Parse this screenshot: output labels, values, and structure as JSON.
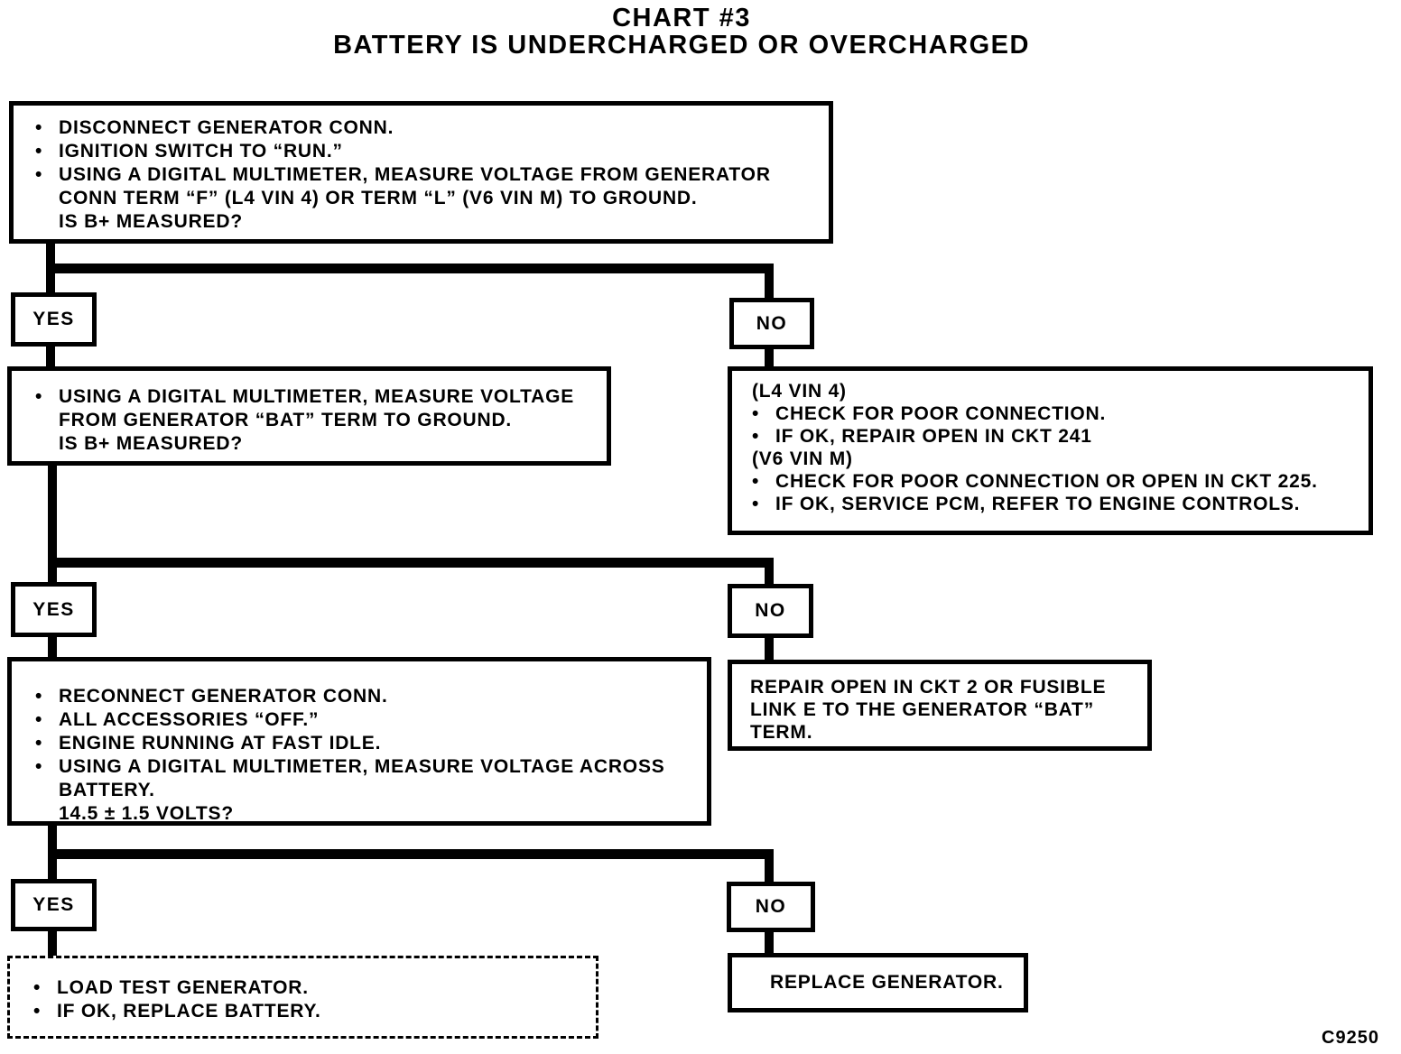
{
  "title": {
    "line1": "CHART #3",
    "line2": "BATTERY IS UNDERCHARGED OR OVERCHARGED"
  },
  "labels": {
    "yes": "YES",
    "no": "NO"
  },
  "figure_code": "C9250",
  "colors": {
    "ink": "#000000",
    "paper": "#ffffff"
  },
  "boxes": {
    "start": {
      "lines": [
        {
          "b": 1,
          "t": "DISCONNECT GENERATOR CONN."
        },
        {
          "b": 1,
          "t": "IGNITION SWITCH TO “RUN.”"
        },
        {
          "b": 1,
          "t": "USING A DIGITAL MULTIMETER, MEASURE VOLTAGE FROM GENERATOR"
        },
        {
          "i": 1,
          "t": "CONN TERM “F” (L4 VIN 4) OR TERM “L” (V6 VIN M) TO GROUND."
        },
        {
          "i": 1,
          "t": "IS B+ MEASURED?"
        }
      ]
    },
    "measure_bat_term": {
      "lines": [
        {
          "b": 1,
          "t": "USING A DIGITAL MULTIMETER, MEASURE VOLTAGE"
        },
        {
          "i": 1,
          "t": "FROM GENERATOR “BAT” TERM TO GROUND."
        },
        {
          "i": 1,
          "t": "IS B+ MEASURED?"
        }
      ]
    },
    "repair_open_ckt241_225": {
      "lines": [
        {
          "t": "(L4 VIN 4)"
        },
        {
          "b": 1,
          "t": "CHECK FOR POOR CONNECTION."
        },
        {
          "b": 1,
          "t": "IF OK, REPAIR OPEN IN CKT 241"
        },
        {
          "t": "(V6 VIN M)"
        },
        {
          "b": 1,
          "t": "CHECK FOR POOR CONNECTION OR OPEN IN CKT 225."
        },
        {
          "b": 1,
          "t": "IF OK, SERVICE PCM, REFER TO ENGINE CONTROLS."
        }
      ]
    },
    "battery_voltage_check": {
      "lines": [
        {
          "b": 1,
          "t": "RECONNECT GENERATOR CONN."
        },
        {
          "b": 1,
          "t": "ALL ACCESSORIES “OFF.”"
        },
        {
          "b": 1,
          "t": "ENGINE RUNNING AT FAST IDLE."
        },
        {
          "b": 1,
          "t": "USING A DIGITAL MULTIMETER, MEASURE VOLTAGE ACROSS"
        },
        {
          "i": 1,
          "t": "BATTERY."
        },
        {
          "i": 1,
          "t": "14.5 ± 1.5 VOLTS?"
        }
      ]
    },
    "repair_open_ckt2": {
      "lines": [
        {
          "t": "REPAIR OPEN IN CKT 2 OR FUSIBLE"
        },
        {
          "t": "LINK E TO THE GENERATOR “BAT”"
        },
        {
          "t": "TERM."
        }
      ]
    },
    "load_test": {
      "lines": [
        {
          "b": 1,
          "t": "LOAD TEST GENERATOR."
        },
        {
          "b": 1,
          "t": "IF OK, REPLACE BATTERY."
        }
      ]
    },
    "replace_generator": {
      "lines": [
        {
          "t": "REPLACE GENERATOR."
        }
      ]
    }
  }
}
